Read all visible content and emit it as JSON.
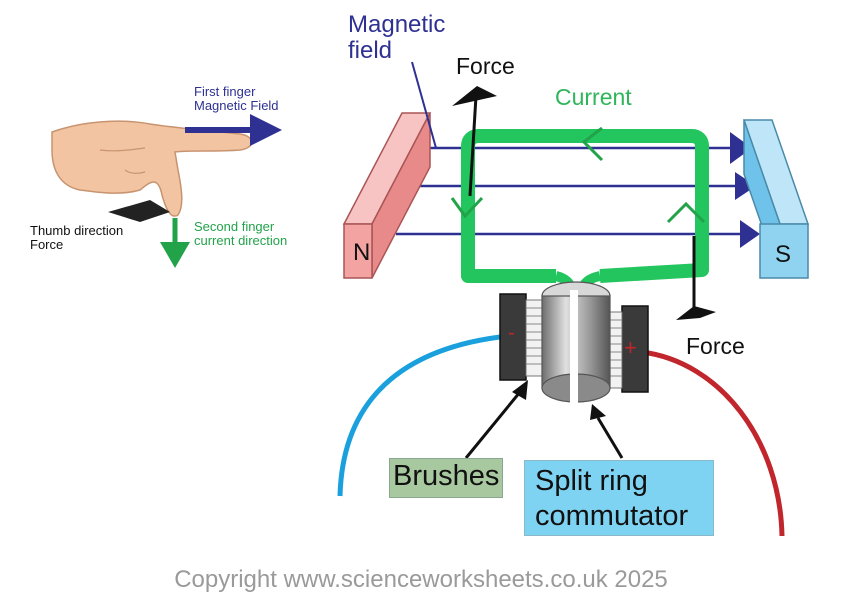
{
  "labels": {
    "magnetic_field": [
      "Magnetic",
      "field"
    ],
    "force_top": "Force",
    "current": "Current",
    "force_bottom": "Force",
    "pole_n": "N",
    "pole_s": "S",
    "brushes": "Brushes",
    "commutator": [
      "Split ring",
      "commutator"
    ],
    "minus": "-",
    "plus": "+"
  },
  "hand": {
    "first_finger": [
      "First finger",
      "Magnetic Field"
    ],
    "thumb": [
      "Thumb direction",
      "Force"
    ],
    "second_finger": [
      "Second finger",
      "current direction"
    ]
  },
  "copyright": "Copyright www.scienceworksheets.co.uk 2025",
  "colors": {
    "navy": "#2e3192",
    "green": "#22c55e",
    "magnet_n": "#f4a3a3",
    "magnet_s": "#8fd3f0",
    "wire_left": "#1aa0dd",
    "wire_right": "#c0262b"
  }
}
